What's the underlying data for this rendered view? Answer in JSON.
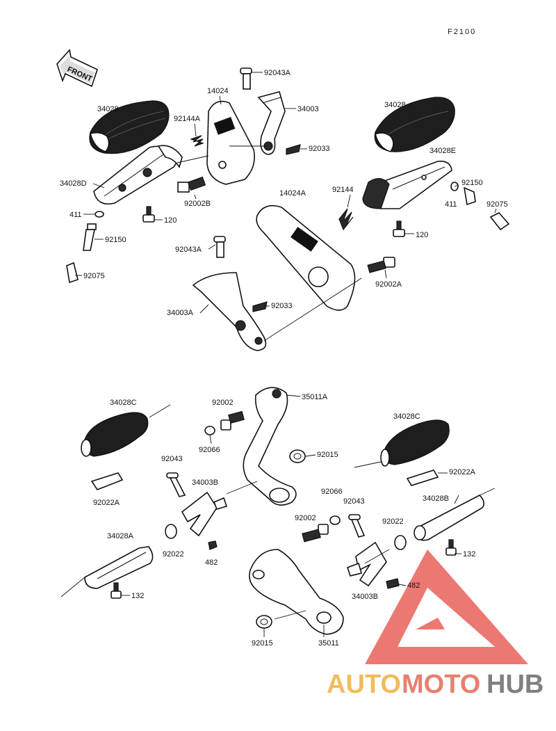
{
  "diagram_code": "F2100",
  "front_label": "FRONT",
  "watermark": {
    "text_auto": "AUTO",
    "text_moto": "MOTO",
    "text_hub": "HUB",
    "colors": {
      "auto": "#f0b040",
      "moto": "#e36a58",
      "hub": "#6b6b6b",
      "triangle": "#e8625a"
    }
  },
  "labels": {
    "l_92043A_top": "92043A",
    "l_14024": "14024",
    "l_34003": "34003",
    "l_34028_left": "34028",
    "l_92144A": "92144A",
    "l_92033_top": "92033",
    "l_34028D": "34028D",
    "l_92002B": "92002B",
    "l_411_left": "411",
    "l_120_left": "120",
    "l_92150_left": "92150",
    "l_92075_left": "92075",
    "l_34028_right": "34028",
    "l_34028E": "34028E",
    "l_14024A": "14024A",
    "l_92144": "92144",
    "l_92150_right": "92150",
    "l_411_right": "411",
    "l_92075_right": "92075",
    "l_120_right": "120",
    "l_92043A_mid": "92043A",
    "l_92002A": "92002A",
    "l_92033_mid": "92033",
    "l_34003A": "34003A",
    "l_34028C_left": "34028C",
    "l_92002_top": "92002",
    "l_35011A": "35011A",
    "l_92066_left": "92066",
    "l_92015_top": "92015",
    "l_34028C_right": "34028C",
    "l_92043_left": "92043",
    "l_34003B_left": "34003B",
    "l_92022A_right": "92022A",
    "l_92022A_left": "92022A",
    "l_92066_right": "92066",
    "l_92043_right": "92043",
    "l_34028B": "34028B",
    "l_92002_bottom": "92002",
    "l_92022_right": "92022",
    "l_34028A": "34028A",
    "l_92022_left": "92022",
    "l_482_left": "482",
    "l_132_right": "132",
    "l_482_right": "482",
    "l_34003B_right": "34003B",
    "l_132_left": "132",
    "l_92015_bottom": "92015",
    "l_35011": "35011"
  }
}
